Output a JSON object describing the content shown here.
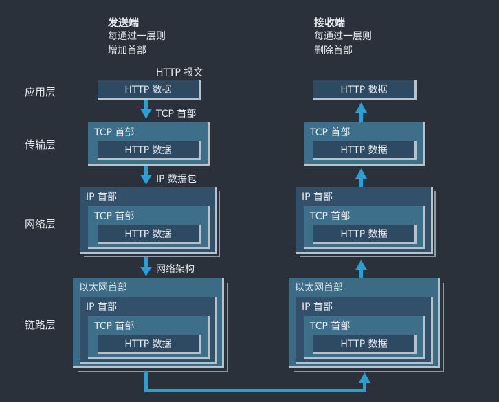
{
  "sender": {
    "title": "发送端",
    "line1": "每通过一层则",
    "line2": "增加首部"
  },
  "receiver": {
    "title": "接收端",
    "line1": "每通过一层则",
    "line2": "删除首部"
  },
  "layers": {
    "application": "应用层",
    "transport": "传输层",
    "network": "网络层",
    "link": "链路层"
  },
  "annotations": {
    "http_message": "HTTP 报文",
    "tcp_header": "TCP 首部",
    "ip_packet": "IP 数据包",
    "ethernet_frame": "网络架构"
  },
  "labels": {
    "http_data": "HTTP 数据",
    "tcp_header": "TCP 首部",
    "ip_header": "IP 首部",
    "ethernet_header": "以太网首部"
  },
  "colors": {
    "background": "#2b313b",
    "arrow": "#2a9fd6"
  }
}
